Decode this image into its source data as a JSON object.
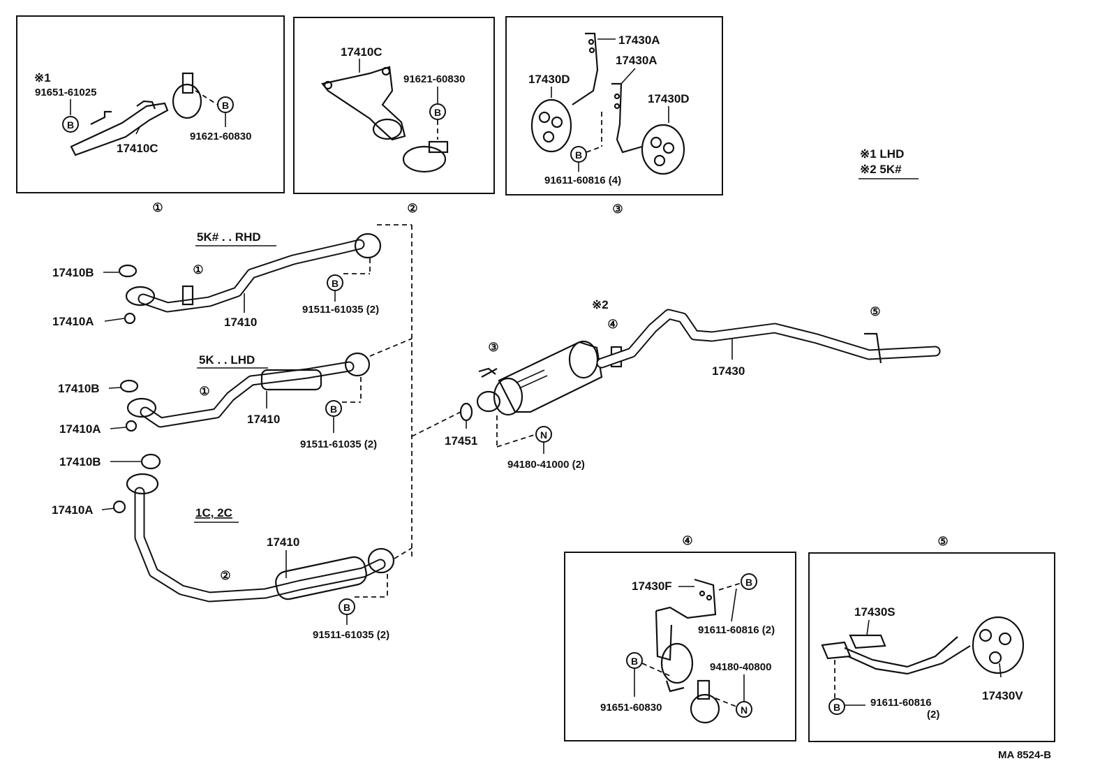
{
  "legend": {
    "note1": "※1 LHD",
    "note2": "※2 5K#"
  },
  "footer": {
    "code": "MA 8524-B"
  },
  "detail1": {
    "number": "①",
    "note": "※1",
    "bolt": "91651-61025",
    "bolt_marker": "B",
    "part": "17410C",
    "clamp_marker": "B",
    "clamp_bolt": "91621-60830"
  },
  "detail2": {
    "number": "②",
    "part": "17410C",
    "clamp_bolt": "91621-60830",
    "clamp_marker": "B"
  },
  "detail3": {
    "number": "③",
    "hanger_a1": "17430A",
    "hanger_a2": "17430A",
    "mount_d1": "17430D",
    "mount_d2": "17430D",
    "marker": "B",
    "bolt": "91611-60816 (4)"
  },
  "detail4": {
    "number": "④",
    "bracket": "17430F",
    "marker_b1": "B",
    "bolt_b1": "91611-60816 (2)",
    "marker_b2": "B",
    "bolt_b2": "91651-60830",
    "nut": "94180-40800",
    "marker_n": "N"
  },
  "detail5": {
    "number": "⑤",
    "bracket": "17430S",
    "mount": "17430V",
    "marker": "B",
    "bolt": "91611-60816",
    "bolt_qty": "(2)"
  },
  "rhd": {
    "title": "5K# . . RHD",
    "gasket": "17410B",
    "nut": "17410A",
    "ref": "①",
    "pipe": "17410",
    "marker": "B",
    "bolt": "91511-61035 (2)"
  },
  "lhd": {
    "title": "5K . . LHD",
    "gasket": "17410B",
    "nut": "17410A",
    "ref": "①",
    "pipe": "17410",
    "marker": "B",
    "bolt": "91511-61035 (2)"
  },
  "diesel": {
    "title": "1C, 2C",
    "gasket": "17410B",
    "nut": "17410A",
    "ref": "②",
    "pipe": "17410",
    "marker": "B",
    "bolt": "91511-61035 (2)"
  },
  "tailpipe": {
    "ref3": "③",
    "gasket": "17451",
    "marker_n": "N",
    "nut": "94180-41000 (2)",
    "note": "※2",
    "ref4": "④",
    "pipe": "17430",
    "ref5": "⑤"
  }
}
